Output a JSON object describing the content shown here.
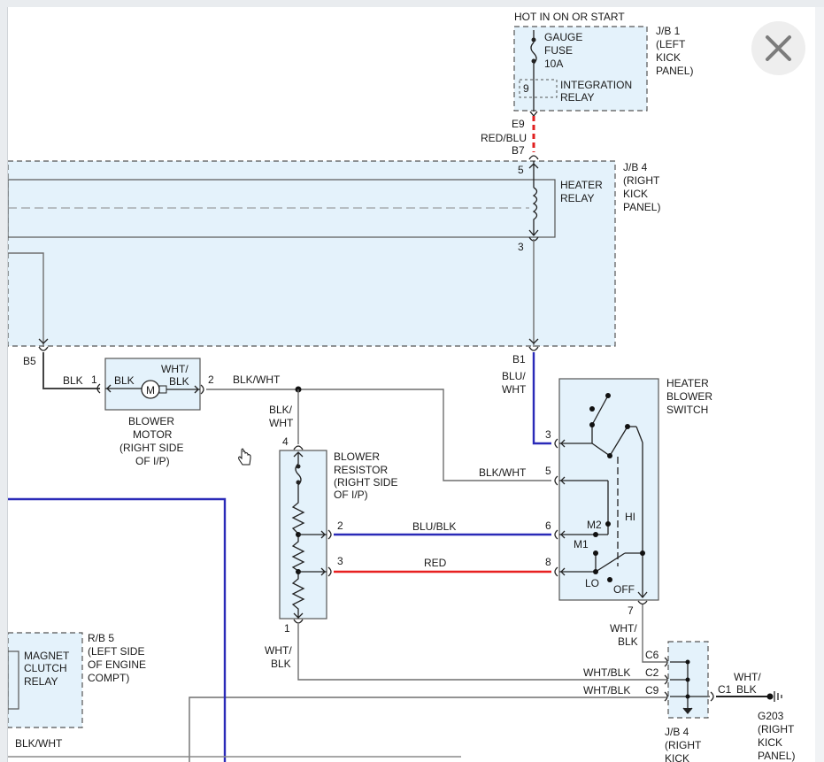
{
  "diagram": {
    "top_supply": "HOT IN ON OR START",
    "jb1": {
      "label": [
        "J/B 1",
        "(LEFT",
        "KICK",
        "PANEL)"
      ],
      "fuse": [
        "GAUGE",
        "FUSE",
        "10A"
      ],
      "relay_pin": "9",
      "relay": [
        "INTEGRATION",
        "RELAY"
      ]
    },
    "connector_e9": "E9",
    "wire_red_blu": "RED/BLU",
    "connector_b7": "B7",
    "jb4_top": {
      "label": [
        "J/B 4",
        "(RIGHT",
        "KICK",
        "PANEL)"
      ],
      "relay": [
        "HEATER",
        "RELAY"
      ],
      "pin5": "5",
      "pin3": "3"
    },
    "connector_b5": "B5",
    "connector_b1": "B1",
    "wire_blu_wht": [
      "BLU/",
      "WHT"
    ],
    "blower_motor": {
      "pin1": "1",
      "pin2": "2",
      "wire_left": "BLK",
      "inner_left": "BLK",
      "inner_right": [
        "WHT/",
        "BLK"
      ],
      "motor_symbol": "M",
      "label": [
        "BLOWER",
        "MOTOR",
        "(RIGHT SIDE",
        "OF I/P)"
      ]
    },
    "wire_blk_wht_top": "BLK/WHT",
    "wire_blk_wht_vertical": [
      "BLK/",
      "WHT"
    ],
    "blower_resistor": {
      "pin4": "4",
      "pin2": "2",
      "pin3": "3",
      "pin1": "1",
      "label": [
        "BLOWER",
        "RESISTOR",
        "(RIGHT SIDE",
        "OF I/P)"
      ]
    },
    "wire_blk_wht_5": "BLK/WHT",
    "wire_blu_blk": "BLU/BLK",
    "wire_red": "RED",
    "heater_blower_switch": {
      "label": [
        "HEATER",
        "BLOWER",
        "SWITCH"
      ],
      "pin3": "3",
      "pin5": "5",
      "pin6": "6",
      "pin8": "8",
      "pin7": "7",
      "m2": "M2",
      "m1": "M1",
      "hi": "HI",
      "lo": "LO",
      "off": "OFF"
    },
    "wire_wht_blk_7": [
      "WHT/",
      "BLK"
    ],
    "wire_wht_blk_res": [
      "WHT/",
      "BLK"
    ],
    "connector_c6": "C6",
    "connector_c2": "C2",
    "connector_c9": "C9",
    "connector_c1": "C1",
    "wire_wht_blk_c2": "WHT/BLK",
    "wire_wht_blk_c9": "WHT/BLK",
    "wire_wht_blk_c1": [
      "WHT/",
      "BLK"
    ],
    "jb4_bottom": [
      "J/B 4",
      "(RIGHT",
      "KICK"
    ],
    "ground": [
      "G203",
      "(RIGHT",
      "KICK",
      "PANEL)"
    ],
    "rb5": {
      "label": [
        "R/B 5",
        "(LEFT SIDE",
        "OF ENGINE",
        "COMPT)"
      ],
      "relay": [
        "MAGNET",
        "CLUTCH",
        "RELAY"
      ]
    },
    "wire_blk_wht_bottom": "BLK/WHT"
  },
  "colors": {
    "red_blu_wire": "#e02020",
    "blue_wire": "#2a2ab8",
    "red_wire": "#e82020",
    "box_fill": "#e4f2fb"
  },
  "icons": {
    "close": "close-x-icon",
    "cursor": "hand-pointer-icon"
  }
}
